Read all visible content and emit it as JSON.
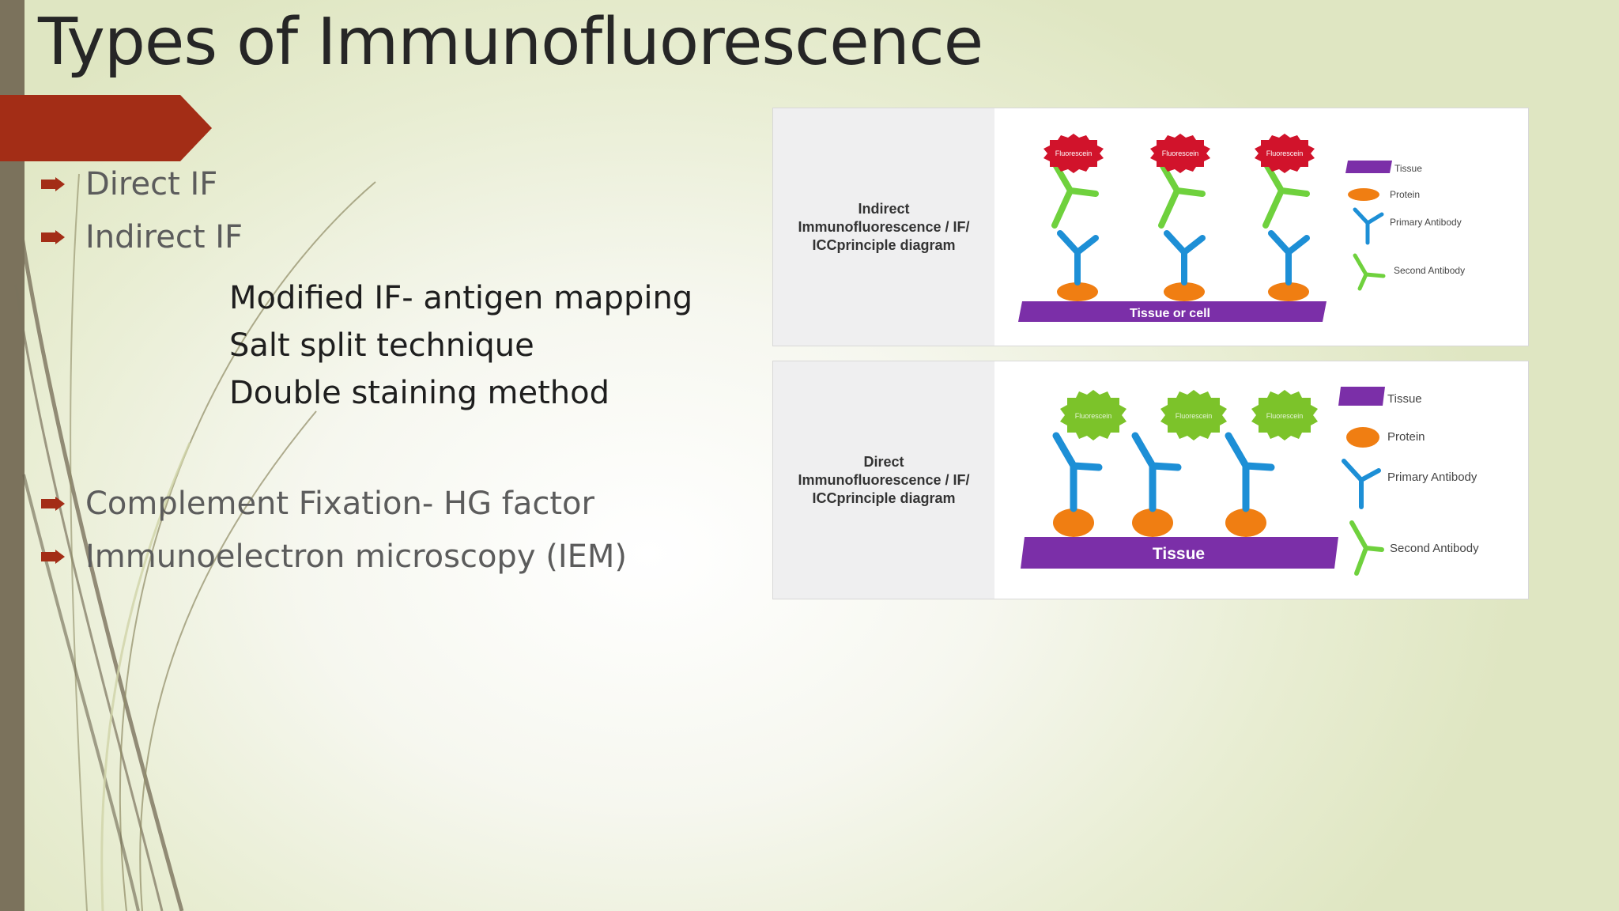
{
  "title": "Types of Immunofluorescence",
  "bullets_top": [
    "Direct IF",
    "Indirect IF"
  ],
  "sub_items": [
    "Modified IF- antigen mapping",
    "Salt split technique",
    "Double staining method"
  ],
  "bullets_bottom": [
    "Complement Fixation- HG factor",
    "Immunoelectron microscopy (IEM)"
  ],
  "indirect_panel": {
    "label": "Indirect Immunofluorescence / IF/ ICCprinciple diagram",
    "base_label": "Tissue or cell",
    "fluor_label": "Fluorescein",
    "legend": [
      "Tissue",
      "Protein",
      "Primary  Antibody",
      "Second Antibody"
    ]
  },
  "direct_panel": {
    "label": "Direct Immunofluorescence / IF/ ICCprinciple diagram",
    "base_label": "Tissue",
    "fluor_label": "Fluorescein",
    "legend": [
      "Tissue",
      "Protein",
      "Primary  Antibody",
      "Second Antibody"
    ]
  },
  "colors": {
    "accent": "#a32d16",
    "left_bar": "#7b725c",
    "tissue": "#7b2fa8",
    "protein": "#f07e12",
    "primary_antibody": "#1d8fd6",
    "secondary_antibody": "#6fd13d",
    "fluor_red": "#d1132b",
    "fluor_green": "#7cc32a"
  }
}
